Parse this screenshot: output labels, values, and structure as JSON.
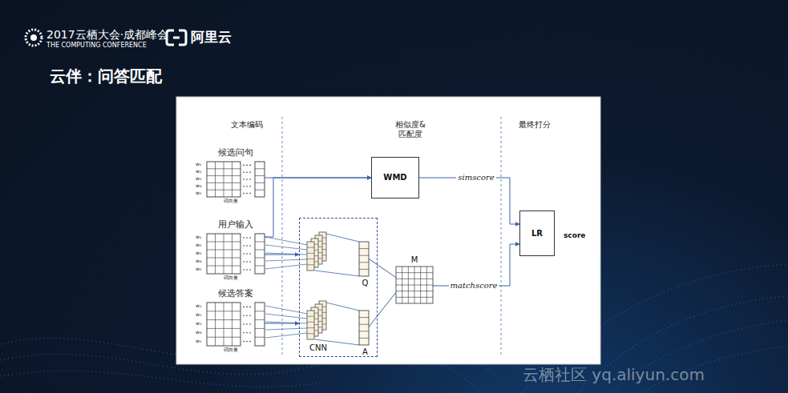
{
  "diagram": {
    "title": "云伴：问答匹配",
    "nodes": [
      {
        "text": [
          "候选问句",
          "w₁",
          "w₂",
          "w₃",
          "w₄",
          "w₅",
          "词向量"
        ]
      },
      {
        "text": [
          "用户输入",
          "w₁",
          "w₂",
          "w₃",
          "w₄",
          "w₅",
          "词向量"
        ]
      },
      {
        "text": [
          "候选答案",
          "w₁",
          "w₂",
          "w₃",
          "w₄",
          "w₅",
          "词向量"
        ]
      },
      {
        "text": [
          "WMD"
        ]
      },
      {
        "text": [
          "CNN"
        ]
      },
      {
        "text": [
          "Q"
        ],
        "in": 4
      },
      {
        "text": [
          "A"
        ],
        "in": 4
      },
      {
        "text": [
          "M"
        ]
      },
      {
        "text": [
          "LR"
        ]
      }
    ],
    "edges": [
      {
        "from": 0,
        "to": 3,
        "arrow": "to"
      },
      {
        "from": 1,
        "to": 3,
        "arrow": "to"
      },
      {
        "from": 1,
        "to": 4,
        "arrow": "to"
      },
      {
        "from": 2,
        "to": 4,
        "arrow": "to"
      },
      {
        "from": 3,
        "to": 8,
        "label": "simscore",
        "arrow": "to"
      },
      {
        "from": 5,
        "to": 7,
        "arrow": "none"
      },
      {
        "from": 6,
        "to": 7,
        "arrow": "none"
      },
      {
        "from": 7,
        "to": 8,
        "label": "matchscore",
        "arrow": "to"
      }
    ],
    "labels": [
      "2017云栖大会·成都峰会",
      "THE COMPUTING CONFERENCE",
      "阿里云",
      "文本编码",
      "相似度& 匹配度",
      "最终打分",
      "score",
      "云栖社区 yq.aliyun.com"
    ]
  }
}
